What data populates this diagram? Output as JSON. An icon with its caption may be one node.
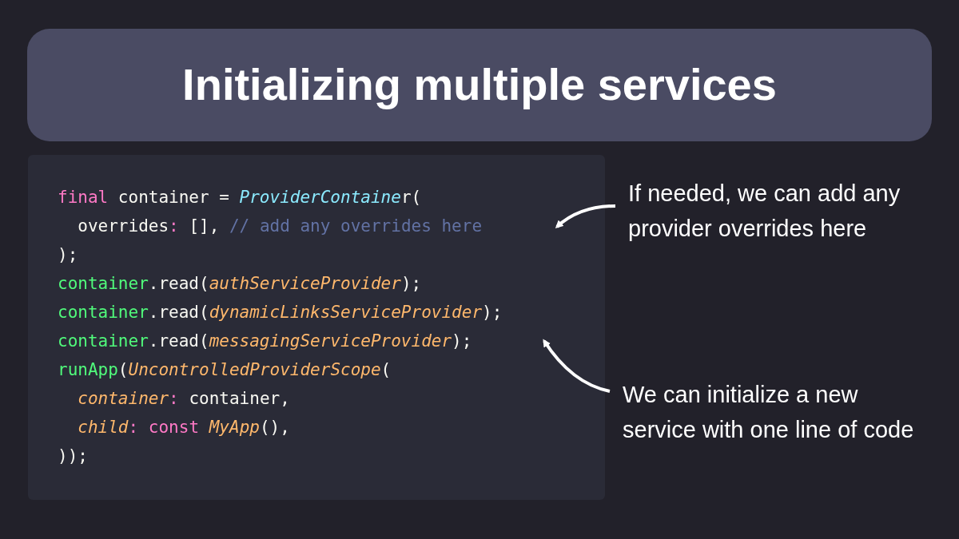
{
  "diagram": {
    "title": "Initializing multiple services",
    "nodes": [
      {
        "text": [
          "If needed, we can add any provider overrides here"
        ]
      },
      {
        "text": [
          "We can initialize a new service with one line of code"
        ]
      }
    ],
    "edges": [
      {
        "from": 0,
        "to": null,
        "arrow": "to"
      },
      {
        "from": 1,
        "to": null,
        "arrow": "to"
      }
    ],
    "labels": [
      "final container = ProviderContainer(",
      "  overrides: [], // add any overrides here",
      ");",
      "container.read(authServiceProvider);",
      "container.read(dynamicLinksServiceProvider);",
      "container.read(messagingServiceProvider);",
      "runApp(UncontrolledProviderScope(",
      "  container: container,",
      "  child: const MyApp(),",
      "));"
    ]
  }
}
